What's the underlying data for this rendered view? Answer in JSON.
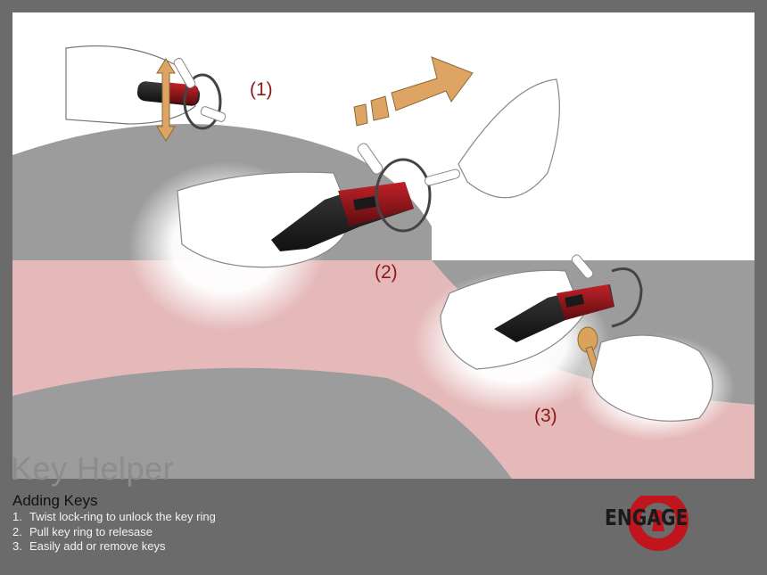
{
  "illustration": {
    "step_labels": [
      "(1)",
      "(2)",
      "(3)"
    ]
  },
  "title": "Key Helper",
  "subtitle": "Adding Keys",
  "steps": [
    {
      "num": "1.",
      "text": "Twist lock-ring to unlock the key ring"
    },
    {
      "num": "2.",
      "text": "Pull key ring to relesase"
    },
    {
      "num": "3.",
      "text": "Easily add or remove keys"
    }
  ],
  "logo": {
    "text": "ENGAGE",
    "icon": "keyhole-icon"
  },
  "colors": {
    "page_background": "#6b6b6b",
    "panel_white": "#ffffff",
    "band_gray": "#9c9c9c",
    "band_pink": "#e5b9b9",
    "device_red": "#8e1318",
    "arrow_tan": "#dda463",
    "step_label_red": "#8a1a1a",
    "logo_red": "#c0151d"
  }
}
